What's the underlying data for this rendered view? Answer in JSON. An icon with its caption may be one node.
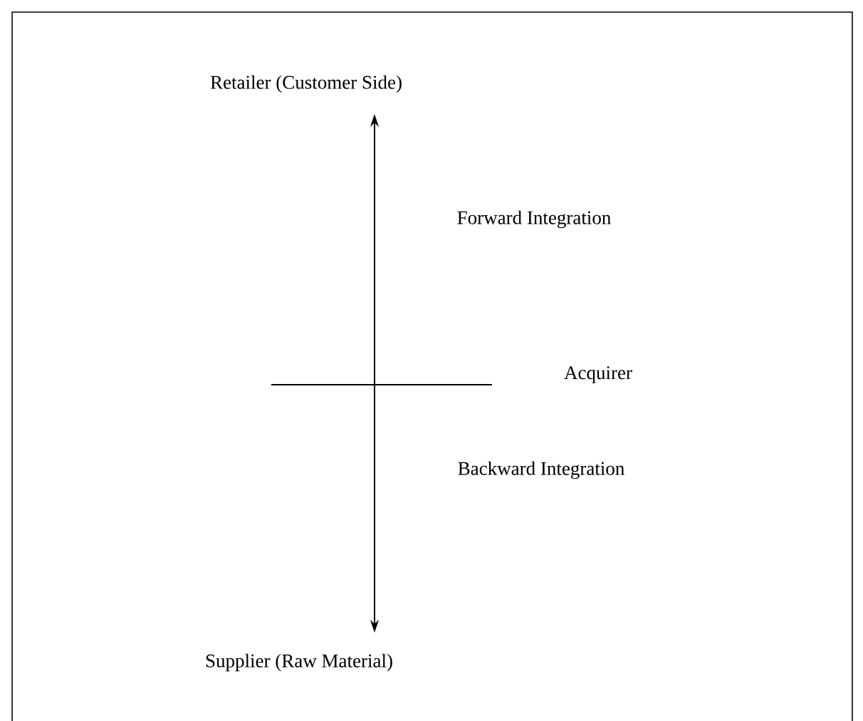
{
  "diagram": {
    "nodes": [
      {
        "text": [
          "Retailer (Customer Side)"
        ]
      },
      {
        "text": [
          "Supplier (Raw Material)"
        ]
      },
      {
        "text": [],
        "shape": "bar",
        "beside": [
          "Acquirer"
        ]
      }
    ],
    "edges": [
      {
        "from": 2,
        "to": 0,
        "arrow": "to",
        "label": "Forward Integration"
      },
      {
        "from": 2,
        "to": 1,
        "arrow": "to",
        "label": "Backward Integration"
      }
    ]
  }
}
